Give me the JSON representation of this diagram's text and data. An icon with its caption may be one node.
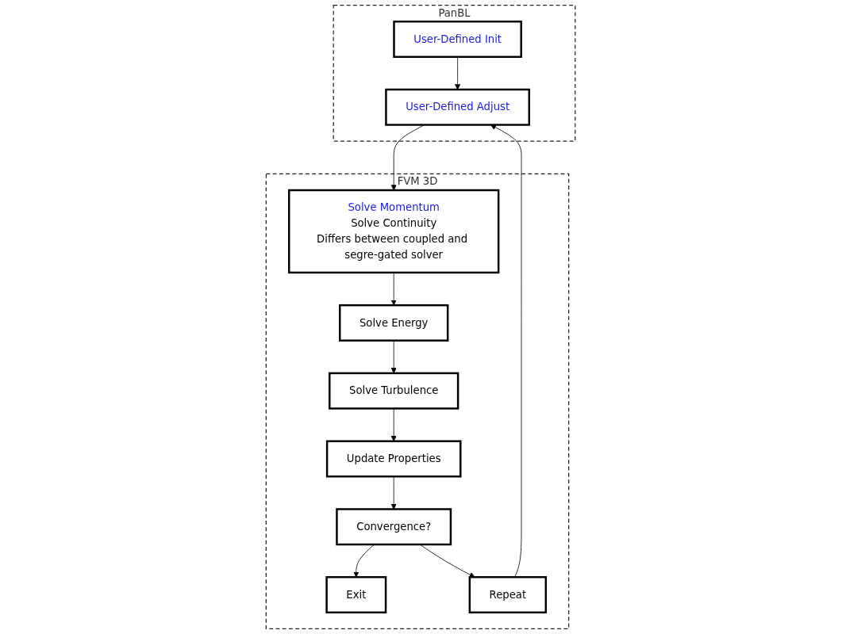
{
  "diagram": {
    "nodes": [
      {
        "text": [
          "PanBL"
        ]
      },
      {
        "text": [
          "User-Defined Init"
        ],
        "in": 0
      },
      {
        "text": [
          "User-Defined Adjust"
        ],
        "in": 0
      },
      {
        "text": [
          "FVM 3D"
        ]
      },
      {
        "text": [
          "Solve Momentum",
          "Solve Continuity",
          "Differs between coupled and segre-gated solver"
        ],
        "in": 3
      },
      {
        "text": [
          "Solve Energy"
        ],
        "in": 3
      },
      {
        "text": [
          "Solve Turbulence"
        ],
        "in": 3
      },
      {
        "text": [
          "Update Properties"
        ],
        "in": 3
      },
      {
        "text": [
          "Convergence?"
        ],
        "in": 3
      },
      {
        "text": [
          "Exit"
        ],
        "in": 3
      },
      {
        "text": [
          "Repeat"
        ],
        "in": 3
      }
    ],
    "edges": [
      {
        "from": 1,
        "to": 2,
        "arrow": "to"
      },
      {
        "from": 2,
        "to": 4,
        "arrow": "to"
      },
      {
        "from": 4,
        "to": 5,
        "arrow": "to"
      },
      {
        "from": 5,
        "to": 6,
        "arrow": "to"
      },
      {
        "from": 6,
        "to": 7,
        "arrow": "to"
      },
      {
        "from": 7,
        "to": 8,
        "arrow": "to"
      },
      {
        "from": 8,
        "to": 9,
        "arrow": "to"
      },
      {
        "from": 8,
        "to": 10,
        "arrow": "to"
      },
      {
        "from": 10,
        "to": 2,
        "arrow": "to"
      }
    ]
  }
}
